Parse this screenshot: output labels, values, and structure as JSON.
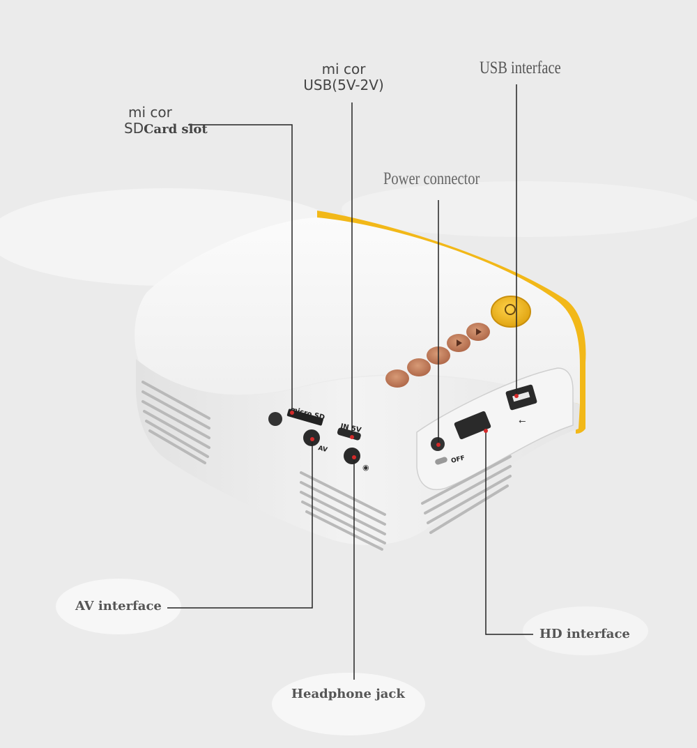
{
  "image": {
    "subject": "mini-projector-ports",
    "colors": {
      "background": "#ebebeb",
      "body": "#f7f7f7",
      "trim": "#f2b818",
      "buttons": "#c9835c",
      "leader_line": "#222222"
    }
  },
  "device_print": {
    "micro_sd": "micro SD",
    "in_5v": "IN 5V",
    "av": "AV",
    "off": "OFF"
  },
  "callouts": {
    "sd_line1": "mi cor",
    "sd_prefix": "SD",
    "sd_suffix": "Card slot",
    "usb_power_line1": "mi cor",
    "usb_power_line2": "USB(5V-2V)",
    "usb_prefix": "USB",
    "usb_suffix": " interface",
    "power": "Power connector",
    "av": "AV interface",
    "hd": "HD interface",
    "headphone": "Headphone jack"
  }
}
